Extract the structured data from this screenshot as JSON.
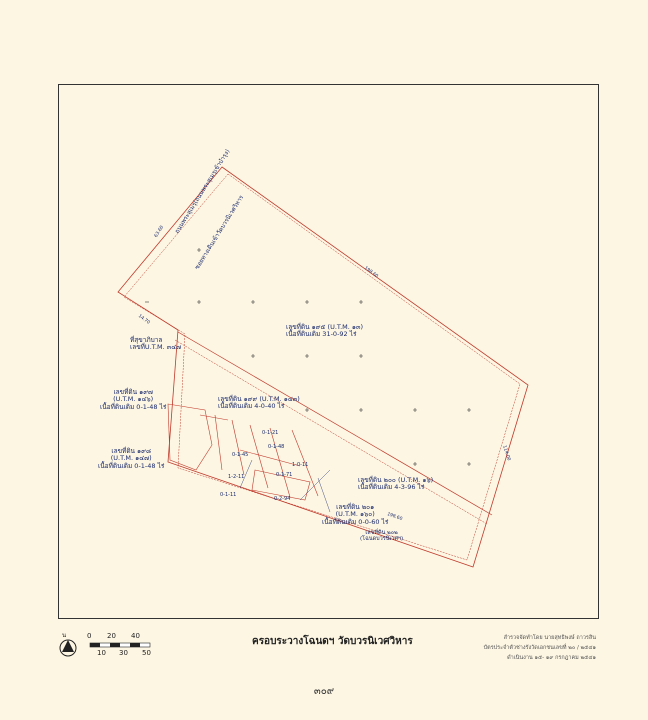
{
  "map": {
    "title": "ครอบระวางโฉนดฯ วัดบวรนิเวศวิหาร",
    "page_number": "๓๐๙",
    "north_label": "น",
    "scale": {
      "top_ticks": [
        "0",
        "20",
        "40"
      ],
      "bottom_ticks": [
        "10",
        "30",
        "50"
      ]
    },
    "credit_lines": [
      "สำรวจจัดทำโดย นายสุทธิพงษ์ ถาวรสิน",
      "บัตรประจำตัวช่างรังวัดเอกชนเลขที่ ๒๐ / ๒๕๔๑",
      "ดำเนินงาน ๑๕- ๑๙ กรกฎาคม ๒๕๔๑"
    ],
    "road_labels": {
      "road_1": "ถนนพระสุเมรุ(ถนนพระสุเมรุเข้าบำรุง)",
      "road_2": "ซอยทางเดินเข้าวัดบวรนิเวศวิหาร"
    },
    "plots": [
      {
        "id": "main",
        "title": "เลขที่ดิน ๑๙๕ (U.T.M. ๑๓)",
        "area": "เนื้อที่ดินเดิม 31-0-92 ไร่"
      },
      {
        "id": "landmark",
        "title": "ที่สุขาภิบาล",
        "area": "เลขที่U.T.M. ๓๔๗"
      },
      {
        "id": "p2",
        "title": "เลขที่ดิน ๑๙๗",
        "area": "(U.T.M. ๑๔๖)",
        "extra": "เนื้อที่ดินเดิม 0-1-48 ไร่"
      },
      {
        "id": "p3",
        "title": "เลขที่ดิน ๑๙๘",
        "area": "(U.T.M. ๑๔๗)",
        "extra": "เนื้อที่ดินเดิม 0-1-48 ไร่"
      },
      {
        "id": "p4",
        "title": "เลขที่ดิน ๑๙๙ (U.T.M. ๑๔๓)",
        "area": "เนื้อที่ดินเดิม 4-0-40 ไร่"
      },
      {
        "id": "p5",
        "title": "เลขที่ดิน ๒๐๐ (U.T.M. ๑๖)",
        "area": "เนื้อที่ดินเดิม 4-3-96 ไร่"
      },
      {
        "id": "p6",
        "title": "เลขที่ดิน ๒๐๑",
        "area": "(U.T.M. ๑๖๐)",
        "extra": "เนื้อที่ดินเดิม 0-0-60 ไร่"
      },
      {
        "id": "p7",
        "title": "เลขที่ดิน ๒๐๒",
        "area": "(โฉนดบวรนิเวศฯ)"
      }
    ],
    "small_labels": [
      "0-1-45",
      "1-2-11",
      "0-1-11",
      "0-1-21",
      "0-1-48",
      "0-2-94",
      "0-1-71",
      "1-0-11"
    ]
  }
}
